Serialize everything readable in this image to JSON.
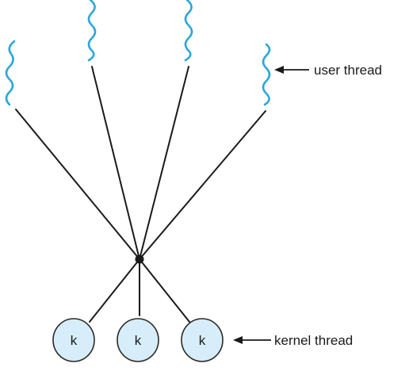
{
  "labels": {
    "user_thread": "user thread",
    "kernel_thread": "kernel thread"
  },
  "kernel_threads": [
    {
      "label": "k"
    },
    {
      "label": "k"
    },
    {
      "label": "k"
    }
  ],
  "user_threads_count": 4,
  "colors": {
    "user_thread": "#2aa7d8",
    "kernel_fill": "#d7eefa",
    "kernel_stroke": "#2a2a2a",
    "line": "#1a1a1a",
    "text": "#1a1a1a"
  }
}
